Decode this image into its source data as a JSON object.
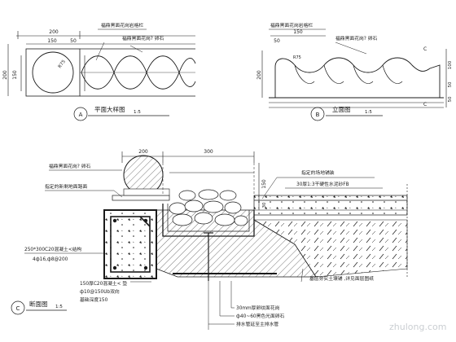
{
  "plan_view": {
    "dims": {
      "top": "200",
      "sub_left": "150",
      "sub_mid": "50",
      "left_total": "200",
      "left_inner": "150",
      "radius": "R75"
    },
    "callouts": {
      "cobble": "福鼎黑面花岗岩格栏",
      "granite": "福鼎黑面花岗? 卵石"
    },
    "title": "平面大样图",
    "index": "A",
    "scale": "1:5"
  },
  "elevation_view": {
    "dims": {
      "top": "150",
      "sub_left": "50",
      "right_a": "100",
      "right_b": "50",
      "right_c": "50",
      "left": "200",
      "radius": "R75"
    },
    "callouts": {
      "a": "福鼎黑面花岗岩格栏",
      "b": "福鼎黑面花岗? 卵石"
    },
    "cut_marks": [
      "C",
      "C"
    ],
    "title": "立面图",
    "index": "B",
    "scale": "1:5"
  },
  "section_view": {
    "dims": {
      "d200": "200",
      "d300": "300",
      "d150": "150",
      "d30": "30"
    },
    "callouts": {
      "black_granite": "福鼎黑面花岗? 卵石",
      "designated_paving": "指定的场地铺装",
      "designated_road_fill": "指定的新剩地面路面",
      "mortar_fb": "30厚1:3干硬性水泥砂FB",
      "beam_spec": "250*300C20混凝土<结构",
      "rebar_spec": "4ф16,ф8@200",
      "slab_spec": "150厚C20混凝土< 垫",
      "gravel_spec": "ф10@150Ub双向",
      "compacted_depth": "基础深度150",
      "pebble_layer": "30mm厚卵纹面花岗",
      "pebble_size": "ф40~60黑色光面卵石",
      "drain_pipe": "排水管延至主排水管",
      "soil_note": "基层夯实土壤铺 ,详见面层图纸"
    },
    "title": "断面图",
    "index": "C",
    "scale": "1:5"
  },
  "watermark": "zhulong.com"
}
